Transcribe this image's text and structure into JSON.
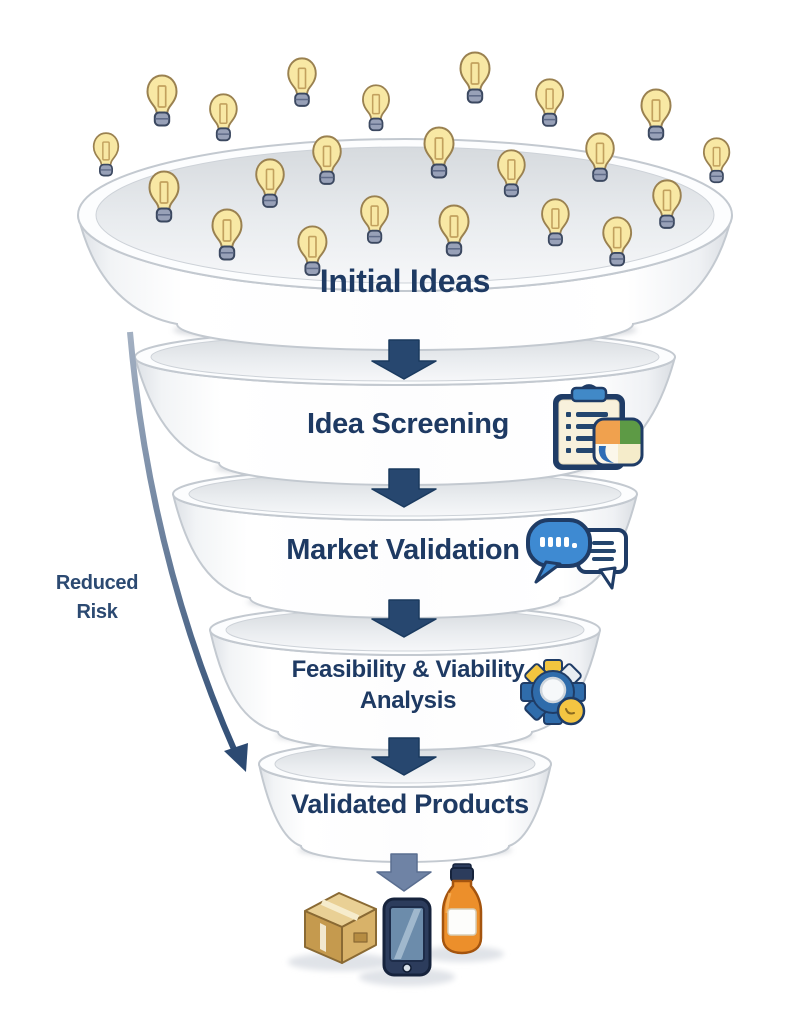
{
  "diagram": {
    "type": "funnel",
    "stages": [
      {
        "label": "Initial Ideas",
        "decoration": "lightbulb-icons"
      },
      {
        "label": "Idea Screening",
        "icon": "clipboard-checklist-icon"
      },
      {
        "label": "Market Validation",
        "icon": "chat-bubbles-icon"
      },
      {
        "label": "Feasibility & Viability Analysis",
        "label_lines": [
          "Feasibility & Viability",
          "Analysis"
        ],
        "icon": "gear-magnifier-coin-icon"
      },
      {
        "label": "Validated Products"
      }
    ],
    "ideas": {
      "icon": "lightbulb-icon",
      "count": 22
    },
    "side_annotation": {
      "label": "Reduced Risk",
      "label_lines": [
        "Reduced",
        "Risk"
      ],
      "shape": "long-gradient-arrow"
    },
    "outputs": {
      "icons": [
        "box-icon",
        "smartphone-icon",
        "bottle-icon"
      ]
    },
    "colors": {
      "label_navy": "#1e3a63",
      "stage_arrow_navy": "#27476f",
      "output_arrow_gray_blue": "#6f83a5",
      "bulb_yellow": "#f8e8a4",
      "bulb_base_gray": "#98a1b8",
      "funnel_white": "#ffffff",
      "funnel_edge": "#c3c9d0",
      "background": "#ffffff"
    }
  }
}
